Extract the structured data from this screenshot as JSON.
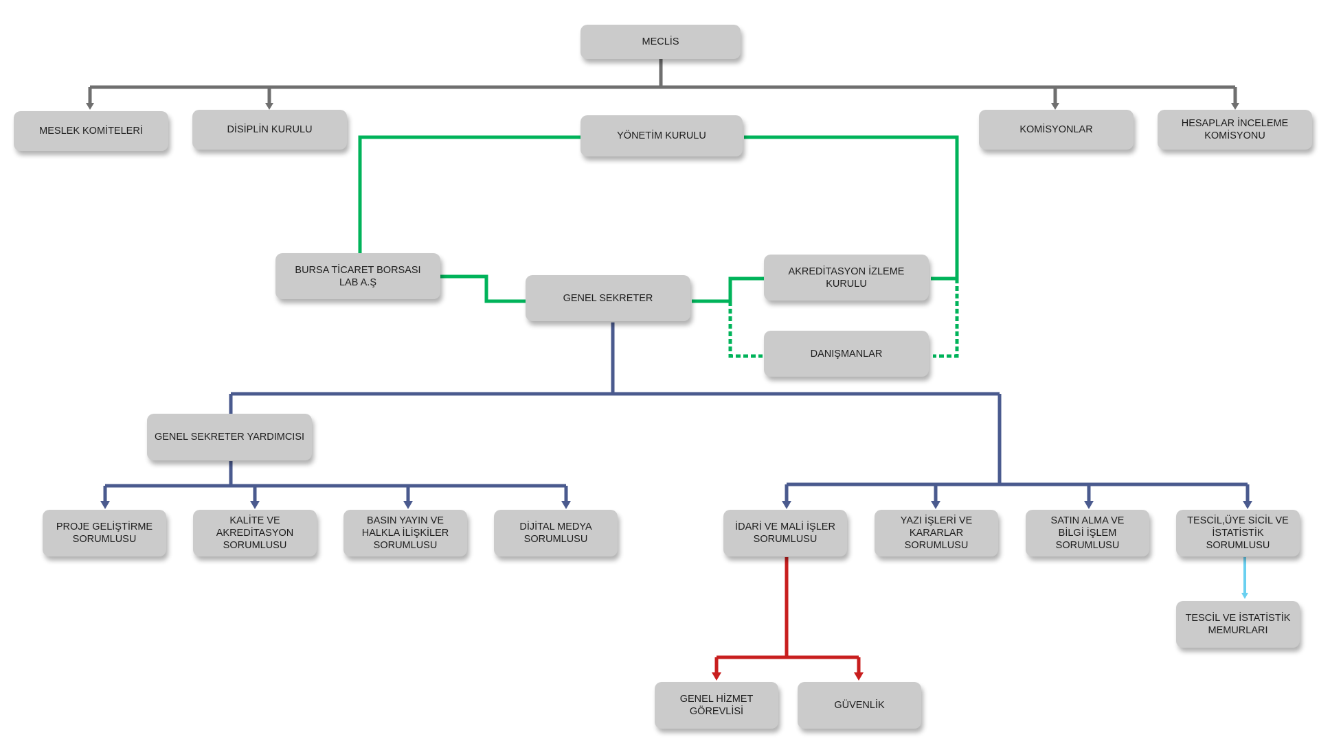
{
  "colors": {
    "gray": "#6f6f6f",
    "green": "#00b35a",
    "navy": "#4a5a8e",
    "red": "#c81e1e",
    "cyan": "#6ad0f0",
    "box": "#cbcbcb"
  },
  "nodes": {
    "meclis": "MECLİS",
    "meslek_komiteleri": "MESLEK KOMİTELERİ",
    "disiplin_kurulu": "DİSİPLİN KURULU",
    "yonetim_kurulu": "YÖNETİM KURULU",
    "komisyonlar": "KOMİSYONLAR",
    "hesaplar_inceleme": "HESAPLAR İNCELEME\nKOMİSYONU",
    "bursa_ticaret_lab": "BURSA TİCARET BORSASI\nLAB A.Ş",
    "genel_sekreter": "GENEL SEKRETER",
    "akreditasyon_izleme": "AKREDİTASYON İZLEME\nKURULU",
    "danismanlar": "DANIŞMANLAR",
    "genel_sekreter_yardimcisi": "GENEL SEKRETER YARDIMCISI",
    "proje_gelistirme": "PROJE GELİŞTİRME\nSORUMLUSU",
    "kalite_akreditasyon": "KALİTE VE AKREDİTASYON\nSORUMLUSU",
    "basin_yayin": "BASIN YAYIN VE\nHALKLA İLİŞKİLER\nSORUMLUSU",
    "dijital_medya": "DİJİTAL MEDYA\nSORUMLUSU",
    "idari_mali": "İDARİ VE MALİ İŞLER\nSORUMLUSU",
    "yazi_isleri": "YAZI İŞLERİ VE KARARLAR\nSORUMLUSU",
    "satin_alma": "SATIN ALMA VE\nBİLGİ İŞLEM\nSORUMLUSU",
    "tescil_uye": "TESCİL,ÜYE SİCİL  VE\nİSTATİSTİK\nSORUMLUSU",
    "tescil_memurlari": "TESCİL VE İSTATİSTİK\nMEMURLARI",
    "genel_hizmet": "GENEL HİZMET\nGÖREVLİSİ",
    "guvenlik": "GÜVENLİK"
  }
}
